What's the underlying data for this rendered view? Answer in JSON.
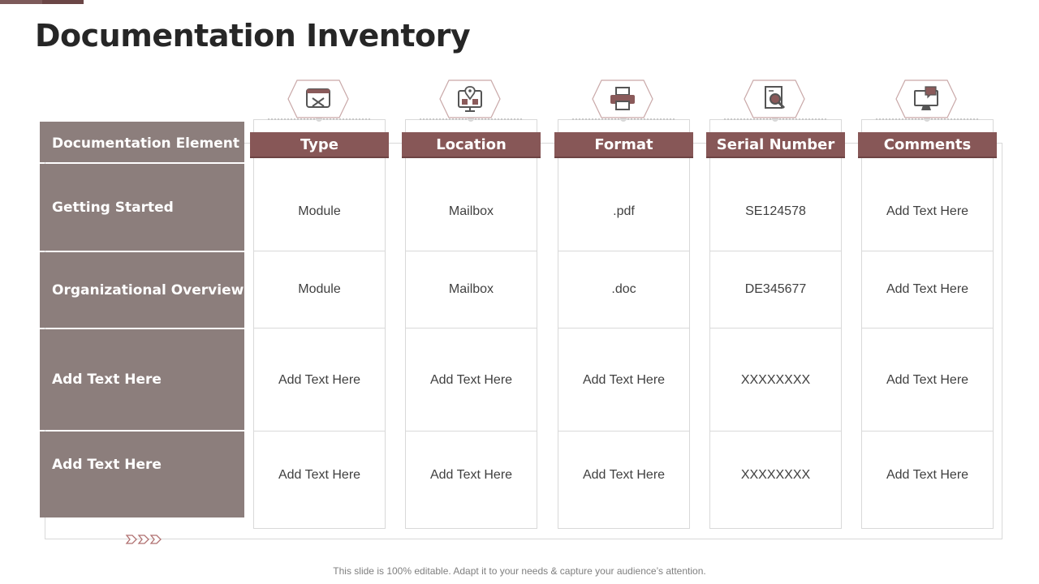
{
  "title": "Documentation Inventory",
  "row_header": "Documentation Element",
  "rows": [
    "Getting Started",
    "Organizational Overview",
    "Add Text Here",
    "Add Text Here"
  ],
  "columns": [
    {
      "header": "Type",
      "icon": "folder-tools-icon",
      "cells": [
        "Module",
        "Module",
        "Add Text Here",
        "Add Text Here"
      ]
    },
    {
      "header": "Location",
      "icon": "map-pin-icon",
      "cells": [
        "Mailbox",
        "Mailbox",
        "Add Text Here",
        "Add Text Here"
      ]
    },
    {
      "header": "Format",
      "icon": "printer-icon",
      "cells": [
        ".pdf",
        ".doc",
        "Add Text Here",
        "Add Text Here"
      ]
    },
    {
      "header": "Serial Number",
      "icon": "document-search-icon",
      "cells": [
        "SE124578",
        "DE345677",
        "XXXXXXXX",
        "XXXXXXXX"
      ]
    },
    {
      "header": "Comments",
      "icon": "monitor-chat-icon",
      "cells": [
        "Add Text Here",
        "Add Text Here",
        "Add Text Here",
        "Add Text Here"
      ]
    }
  ],
  "footer": "This slide is 100% editable. Adapt it to your needs & capture your audience’s attention.",
  "colors": {
    "header": "#875757",
    "row_label": "#8c7e7c",
    "border": "#d9d9d9"
  }
}
